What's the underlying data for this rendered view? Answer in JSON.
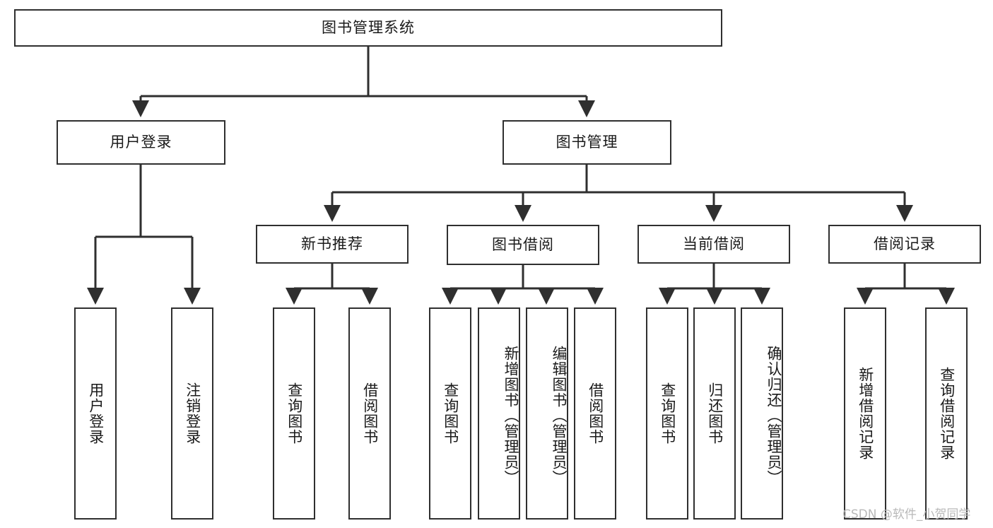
{
  "diagram": {
    "type": "tree-hierarchy-chart",
    "title": "图书管理系统",
    "line_color": "#2f2f2f",
    "box_fill": "#ffffff",
    "text_color": "#1a1a1a",
    "watermark": "CSDN @软件_小贺同学",
    "levels": {
      "root": {
        "label": "图书管理系统"
      },
      "level1": [
        {
          "label": "用户登录"
        },
        {
          "label": "图书管理"
        }
      ],
      "level2": [
        {
          "label": "新书推荐"
        },
        {
          "label": "图书借阅"
        },
        {
          "label": "当前借阅"
        },
        {
          "label": "借阅记录"
        }
      ],
      "leaves": {
        "user_login": [
          {
            "label": "用户登录"
          },
          {
            "label": "注销登录"
          }
        ],
        "new_book_recommend": [
          {
            "label": "查询图书"
          },
          {
            "label": "借阅图书"
          }
        ],
        "book_borrow": [
          {
            "label": "查询图书"
          },
          {
            "label": "新增图书（管理员）"
          },
          {
            "label": "编辑图书（管理员）"
          },
          {
            "label": "借阅图书"
          }
        ],
        "current_borrow": [
          {
            "label": "查询图书"
          },
          {
            "label": "归还图书"
          },
          {
            "label": "确认归还（管理员）"
          }
        ],
        "borrow_record": [
          {
            "label": "新增借阅记录"
          },
          {
            "label": "查询借阅记录"
          }
        ]
      }
    }
  }
}
